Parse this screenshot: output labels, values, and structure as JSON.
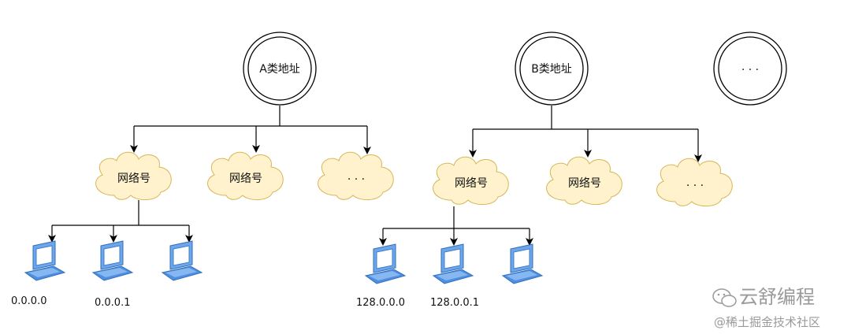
{
  "colors": {
    "cloud_fill": "#fff2cc",
    "cloud_stroke": "#d6b656",
    "line": "#000000",
    "laptop_blue": "#4a90e2",
    "watermark": "#9a9a9a"
  },
  "nodes": {
    "class_a": "A类地址",
    "class_b": "B类地址",
    "class_more": "· · ·"
  },
  "clouds": {
    "a_net1": "网络号",
    "a_net2": "网络号",
    "a_more": "· · ·",
    "b_net1": "网络号",
    "b_net2": "网络号",
    "b_more": "· · ·"
  },
  "hosts": {
    "a_host1": "0.0.0.0",
    "a_host2": "0.0.0.1",
    "b_host1": "128.0.0.0",
    "b_host2": "128.0.0.1"
  },
  "watermark": {
    "brand": "云舒编程",
    "site": "@稀土掘金技术社区"
  },
  "icons": {
    "circle": "double-circle-icon",
    "cloud": "cloud-icon",
    "laptop": "laptop-icon",
    "wechat": "wechat-icon"
  }
}
